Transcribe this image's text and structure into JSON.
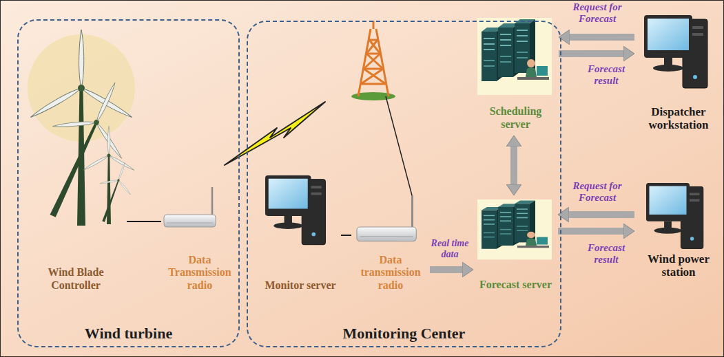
{
  "diagram": {
    "nodes": [
      {
        "text": [
          "Wind turbine"
        ]
      },
      {
        "text": [
          "Wind Blade Controller"
        ],
        "in": 0
      },
      {
        "text": [
          "Data Transmission radio"
        ],
        "in": 0
      },
      {
        "text": [
          "Monitoring Center"
        ]
      },
      {
        "text": [
          "Monitor server"
        ],
        "in": 3
      },
      {
        "text": [
          "Data transmission radio"
        ],
        "in": 3
      },
      {
        "text": [
          "Scheduling server"
        ],
        "in": 3
      },
      {
        "text": [
          "Forecast server"
        ],
        "in": 3
      },
      {
        "text": [
          "Dispatcher workstation"
        ]
      },
      {
        "text": [
          "Wind power station"
        ]
      }
    ],
    "edges": [
      {
        "from": 1,
        "to": 2,
        "arrow": "none"
      },
      {
        "from": 4,
        "to": 5,
        "arrow": "none"
      },
      {
        "from": 5,
        "to": 7,
        "arrow": "to",
        "label": "Real time data"
      },
      {
        "from": 6,
        "to": 7,
        "arrow": "both"
      },
      {
        "from": 8,
        "to": 6,
        "arrow": "to",
        "label": "Request for Forecast"
      },
      {
        "from": 6,
        "to": 8,
        "arrow": "to",
        "label": "Forecast result"
      },
      {
        "from": 9,
        "to": 7,
        "arrow": "to",
        "label": "Request for Forecast"
      },
      {
        "from": 7,
        "to": 9,
        "arrow": "to",
        "label": "Forecast result"
      }
    ]
  }
}
